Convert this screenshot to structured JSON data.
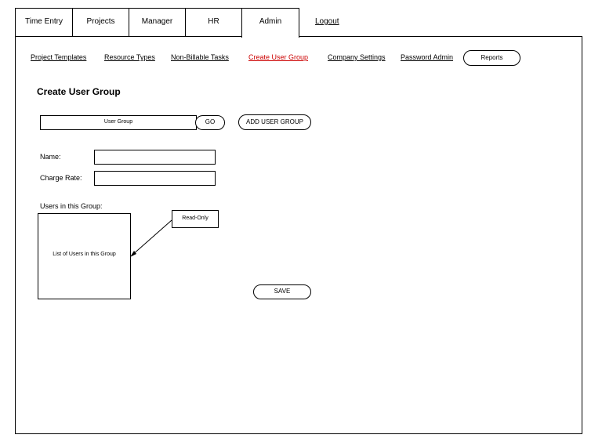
{
  "tabs": [
    {
      "label": "Time Entry"
    },
    {
      "label": "Projects"
    },
    {
      "label": "Manager"
    },
    {
      "label": "HR"
    },
    {
      "label": "Admin"
    }
  ],
  "active_tab": "Admin",
  "logout_label": "Logout",
  "sub_nav": [
    {
      "label": "Project Templates"
    },
    {
      "label": "Resource Types"
    },
    {
      "label": "Non-Billable Tasks"
    },
    {
      "label": "Create User Group"
    },
    {
      "label": "Company Settings"
    },
    {
      "label": "Password Admin"
    }
  ],
  "active_sub_nav": "Create User Group",
  "reports_label": "Reports",
  "page_title": "Create User Group",
  "user_group_select": {
    "value": "User Group"
  },
  "go_label": "GO",
  "add_user_group_label": "ADD USER GROUP",
  "form": {
    "name_label": "Name:",
    "name_value": "",
    "charge_rate_label": "Charge Rate:",
    "charge_rate_value": ""
  },
  "users_section": {
    "label": "Users in this Group:",
    "list_placeholder": "List of Users in this Group",
    "note": "Read-Only"
  },
  "save_label": "SAVE",
  "colors": {
    "active_link": "#cc0000",
    "border": "#000000",
    "background": "#ffffff"
  }
}
